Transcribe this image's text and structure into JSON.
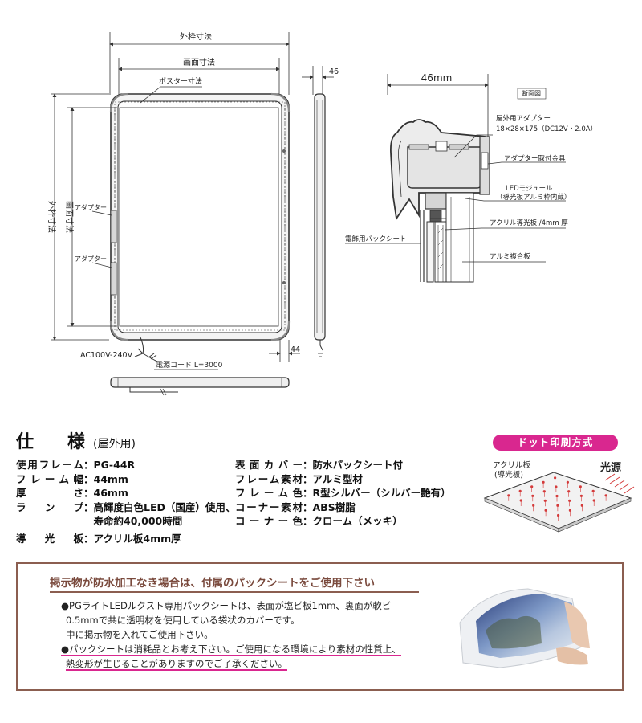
{
  "front_view": {
    "outer_label": "外枠寸法",
    "screen_label": "画面寸法",
    "poster_label": "ポスター寸法",
    "outer_v_label": "外枠寸法",
    "screen_v_label": "画面寸法",
    "adapter_label_1": "アダプター",
    "adapter_label_2": "アダプター",
    "ac_label": "AC100V-240V",
    "cord_label": "電源コード L=3000"
  },
  "side_view": {
    "depth_top": "46",
    "depth_bottom": "44"
  },
  "section": {
    "width_label": "46mm",
    "title": "断面図",
    "adapter_outdoor": "屋外用アダプター",
    "adapter_spec": "18×28×175（DC12V・2.0A）",
    "adapter_bracket": "アダプター取付金具",
    "led_module": "LEDモジュール",
    "led_module_note": "（導光板アルミ枠内蔵）",
    "acrylic": "アクリル導光板 /4mm 厚",
    "back_sheet": "電飾用バックシート",
    "aluminum": "アルミ複合板"
  },
  "spec": {
    "title": "仕　様",
    "title_sub": "(屋外用)",
    "left": [
      {
        "key": "使用フレーム",
        "value": "：PG-44R"
      },
      {
        "key": "フレーム幅",
        "value": "：44mm"
      },
      {
        "key": "厚さ",
        "value": "：46mm"
      },
      {
        "key": "ランプ",
        "value": "：高輝度白色LED（国産）使用、"
      },
      {
        "key": "",
        "value": "　寿命約40,000時間"
      },
      {
        "key": "導光板",
        "value": "：アクリル板4mm厚"
      }
    ],
    "right": [
      {
        "key": "表面カバー",
        "value": "：防水パックシート付"
      },
      {
        "key": "フレーム素材",
        "value": "：アルミ型材"
      },
      {
        "key": "フレーム色",
        "value": "：R型シルバー（シルバー艶有）"
      },
      {
        "key": "コーナー素材",
        "value": "：ABS樹脂"
      },
      {
        "key": "コーナー色",
        "value": "：クローム（メッキ）"
      }
    ]
  },
  "dot_print": {
    "badge": "ドット印刷方式",
    "acrylic_label_1": "アクリル板",
    "acrylic_label_2": "(導光板)",
    "light_label": "光源",
    "colors": {
      "badge": "#d9278f",
      "dot": "#d43a3a",
      "arrow": "#d43a3a"
    }
  },
  "notice": {
    "heading": "掲示物が防水加工なき場合は、付属のパックシートをご使用下さい",
    "line1": "●PGライトLEDルクスト専用パックシートは、表面が塩ビ板1mm、裏面が軟ビ",
    "line2": "0.5mmで共に透明材を使用している袋状のカバーです。",
    "line3": "中に掲示物を入れてご使用下さい。",
    "line4": "●パックシートは消耗品とお考え下さい。ご使用になる環境により素材の性質上、",
    "line5": "熱変形が生じることがありますのでご了承ください。",
    "colors": {
      "border": "#8b5e50",
      "underline": "#d9278f"
    }
  }
}
